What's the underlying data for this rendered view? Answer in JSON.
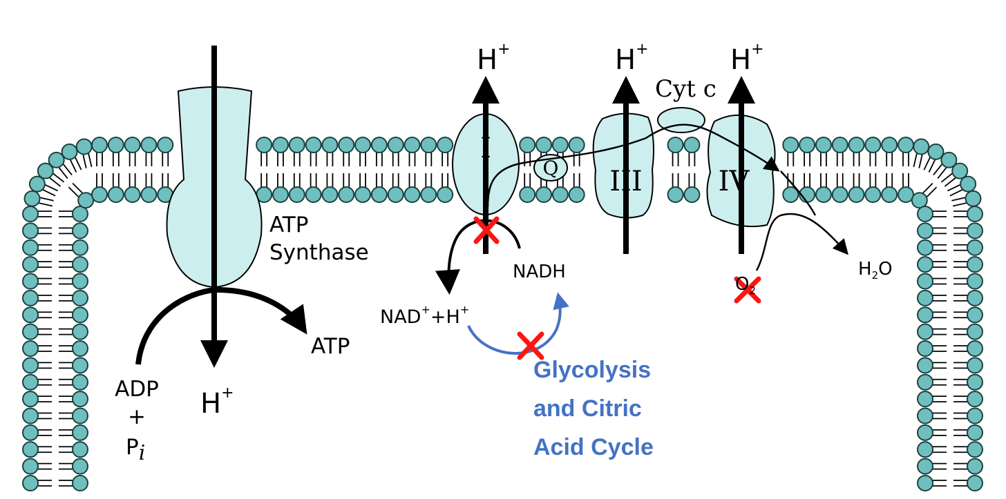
{
  "labels": {
    "atp_synthase_1": "ATP",
    "atp_synthase_2": "Synthase",
    "complex_1": "I",
    "complex_3": "III",
    "complex_4": "IV",
    "quinone": "Q",
    "cyt_c": "Cyt c",
    "h_plus_base": "H",
    "h_plus_sup": "+",
    "atp": "ATP",
    "adp": "ADP",
    "plus": "+",
    "pi_base": "P",
    "pi_sub": "i",
    "nadh": "NADH",
    "nad_base": "NAD",
    "nad_sup": "+",
    "nad_rest": "+H",
    "nad_rest_sup": "+",
    "h2o_h": "H",
    "h2o_2": "2",
    "h2o_o": "O",
    "o2_base": "O",
    "o2_sub": "2",
    "glycolysis_1": "Glycolysis",
    "glycolysis_2": "and Citric",
    "glycolysis_3": "Acid Cycle"
  },
  "colors": {
    "lipid_head": "#6fbfbe",
    "protein_fill": "#cdeeee",
    "blue_text": "#4472c4",
    "x_mark": "#ff1414"
  }
}
